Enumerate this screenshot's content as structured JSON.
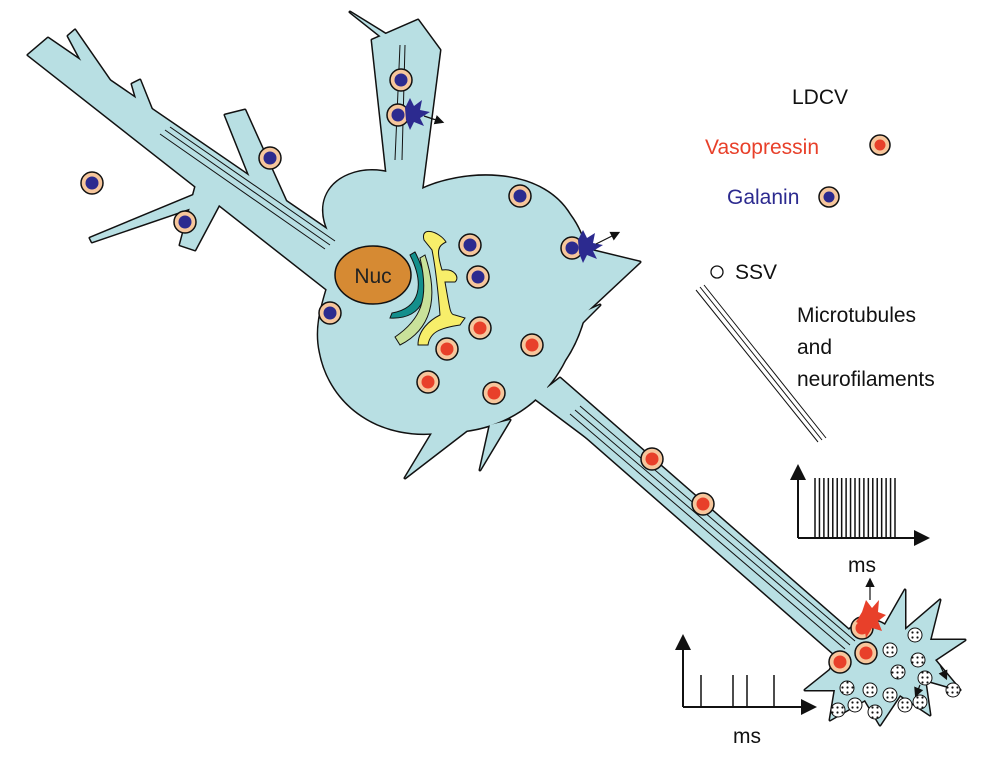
{
  "labels": {
    "nucleus": "Nuc",
    "ldcv": "LDCV",
    "vasopressin": "Vasopressin",
    "galanin": "Galanin",
    "ssv": "SSV",
    "microtubules_line1": "Microtubules",
    "microtubules_line2": "and",
    "microtubules_line3": "neurofilaments",
    "high_freq_axis": "ms",
    "low_freq_axis": "ms"
  },
  "colors": {
    "cytoplasm": "#b8dfe3",
    "vesicle_halo": "#f6c69c",
    "vasopressin": "#e8402a",
    "galanin": "#2c2a8f",
    "nucleus": "#d68a33",
    "golgi_yellow": "#f7ee6a",
    "golgi_teal": "#138f8c",
    "golgi_lightgreen": "#c9e29a",
    "vasopressin_text": "#e8402a",
    "galanin_text": "#2c2a8f"
  },
  "spike_trains": {
    "high_frequency_spikes": 19,
    "low_frequency_spikes": 4
  }
}
